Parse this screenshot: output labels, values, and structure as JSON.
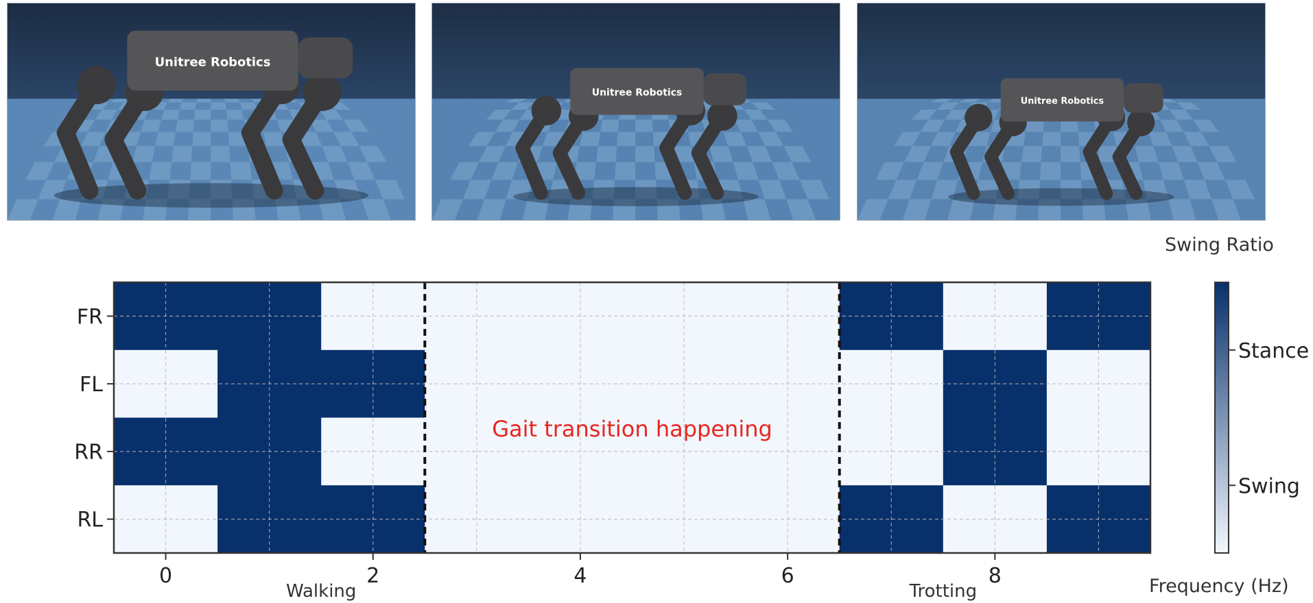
{
  "photos": [
    {
      "brand": "Unitree Robotics",
      "body_scale": 1.0,
      "ground_color": "#5a87b5",
      "sky_color": "#1c2c44"
    },
    {
      "brand": "Unitree Robotics",
      "body_scale": 0.78,
      "ground_color": "#5683b1",
      "sky_color": "#1e2f46"
    },
    {
      "brand": "Unitree Robotics",
      "body_scale": 0.72,
      "ground_color": "#5884b2",
      "sky_color": "#1f3048"
    }
  ],
  "chart_data": {
    "type": "heatmap",
    "title": "",
    "xlabel": "",
    "ylabel": "",
    "x_columns": [
      0,
      1,
      2,
      3,
      4,
      5,
      6,
      7,
      8,
      9
    ],
    "xticks": [
      0,
      2,
      4,
      6,
      8
    ],
    "xlim": [
      -0.5,
      9.5
    ],
    "y_categories": [
      "FR",
      "FL",
      "RR",
      "RL"
    ],
    "values": [
      [
        1,
        1,
        0,
        0,
        0,
        0,
        0,
        1,
        0,
        1
      ],
      [
        0,
        1,
        1,
        0,
        0,
        0,
        0,
        0,
        1,
        0
      ],
      [
        1,
        1,
        0,
        0,
        0,
        0,
        0,
        0,
        1,
        0
      ],
      [
        0,
        1,
        1,
        0,
        0,
        0,
        0,
        1,
        0,
        1
      ]
    ],
    "colormap": {
      "low": "#f2f7fd",
      "high": "#08306b"
    },
    "colorbar": {
      "title": "Swing Ratio",
      "labels": [
        "Stance",
        "Swing"
      ],
      "label_levels": [
        0.75,
        0.25
      ]
    },
    "dividers_x": [
      2.5,
      6.5
    ],
    "grid": true,
    "annotations": [
      {
        "text": "Gait transition happening",
        "x": 4.5,
        "y": 2.0,
        "color": "#e8251f"
      },
      {
        "text": "Walking",
        "x": 1.5,
        "color": "#333333"
      },
      {
        "text": "Trotting",
        "x": 7.5,
        "color": "#333333"
      }
    ],
    "extra_labels": {
      "frequency": "Frequency (Hz)"
    }
  }
}
